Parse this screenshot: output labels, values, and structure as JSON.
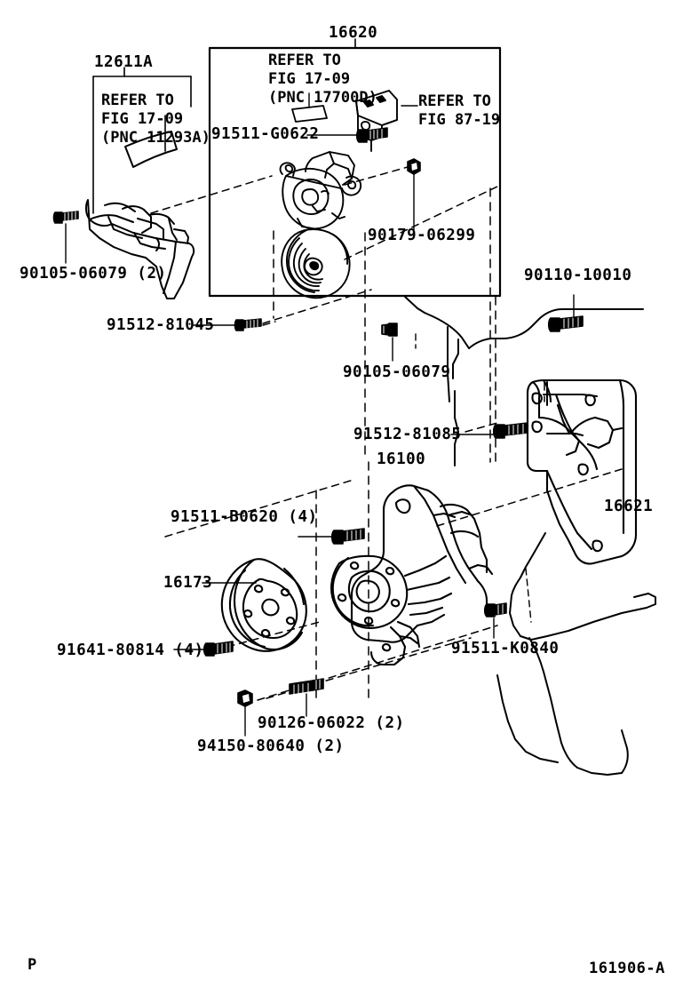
{
  "diagram": {
    "title_code": "16620",
    "sheet_code": "161906-A",
    "page_marker": "P",
    "figure_family": "Toyota engine water pump and V-ribbed belt tensioner parts diagram"
  },
  "boxed_group": {
    "code": "16620",
    "refer_note": "REFER TO\nFIG 17-09\n(PNC 17700D)",
    "refer_note_right": "REFER TO\nFIG 87-19",
    "bolt_label": "91511-G0622",
    "nut_label": "90179-06299"
  },
  "left_group": {
    "code": "12611A",
    "refer_note": "REFER TO\nFIG 17-09\n(PNC 11293A)",
    "bolt_label": "90105-06079 (2)",
    "bolt_label_2": "91512-81045"
  },
  "labels": [
    {
      "id": "code-16620",
      "text": "16620"
    },
    {
      "id": "code-12611A",
      "text": "12611A"
    },
    {
      "id": "bolt-91511-G0622",
      "text": "91511-G0622"
    },
    {
      "id": "nut-90179-06299",
      "text": "90179-06299"
    },
    {
      "id": "bolt-90105-06079-2",
      "text": "90105-06079 (2)"
    },
    {
      "id": "bolt-91512-81045",
      "text": "91512-81045"
    },
    {
      "id": "bolt-90105-06079",
      "text": "90105-06079"
    },
    {
      "id": "bolt-90110-10010",
      "text": "90110-10010"
    },
    {
      "id": "bolt-91512-81085",
      "text": "91512-81085"
    },
    {
      "id": "code-16100",
      "text": "16100"
    },
    {
      "id": "bolt-91511-B0620-4",
      "text": "91511-B0620 (4)"
    },
    {
      "id": "code-16173",
      "text": "16173"
    },
    {
      "id": "bolt-91641-80814-4",
      "text": "91641-80814 (4)"
    },
    {
      "id": "code-16621",
      "text": "16621"
    },
    {
      "id": "bolt-91511-K0840",
      "text": "91511-K0840"
    },
    {
      "id": "stud-90126-06022-2",
      "text": "90126-06022 (2)"
    },
    {
      "id": "nut-94150-80640-2",
      "text": "94150-80640 (2)"
    }
  ],
  "parts": {
    "p16620": {
      "code": "16620",
      "name": "belt-tensioner-assembly"
    },
    "p16100": {
      "code": "16100",
      "name": "water-pump-assembly"
    },
    "p16173": {
      "code": "16173",
      "name": "water-pump-pulley"
    },
    "p16621": {
      "code": "16621",
      "name": "tensioner-bracket"
    },
    "p12611A": {
      "code": "12611A",
      "name": "engine-mounting-bracket"
    }
  },
  "colors": {
    "ink": "#000000",
    "paper": "#ffffff"
  }
}
